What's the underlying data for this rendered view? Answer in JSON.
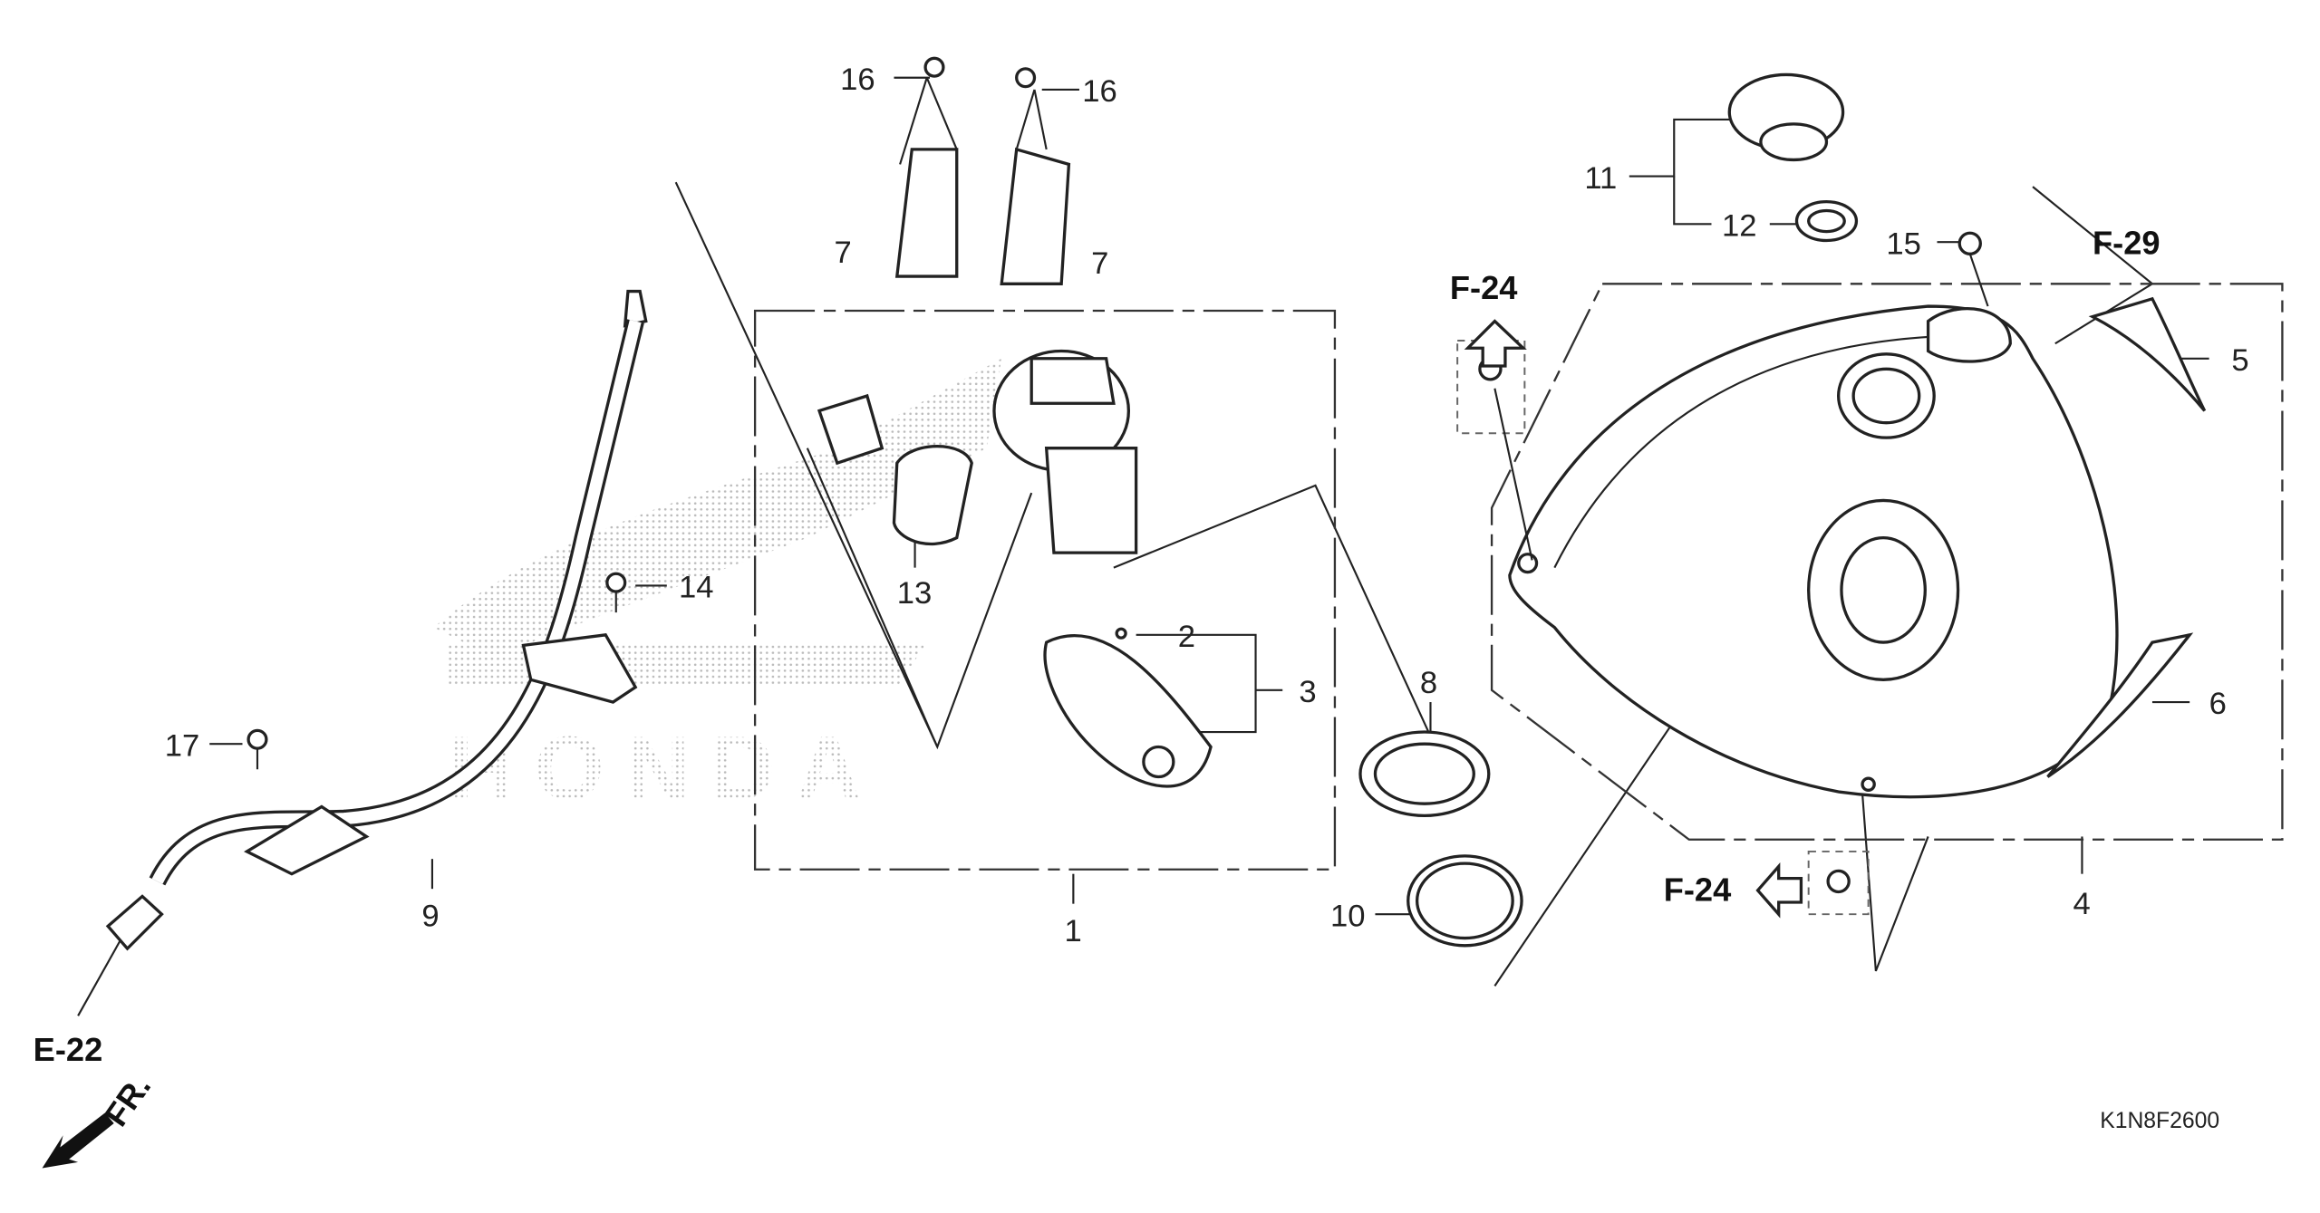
{
  "diagram": {
    "callouts": {
      "c1": "1",
      "c2": "2",
      "c3": "3",
      "c4": "4",
      "c5": "5",
      "c6": "6",
      "c7a": "7",
      "c7b": "7",
      "c8": "8",
      "c9": "9",
      "c10": "10",
      "c11": "11",
      "c12": "12",
      "c13": "13",
      "c14": "14",
      "c15": "15",
      "c16a": "16",
      "c16b": "16",
      "c17": "17"
    },
    "references": {
      "f24_top": "F-24",
      "f24_bottom": "F-24",
      "f29": "F-29",
      "e22": "E-22",
      "front": "FR."
    },
    "figure_code": "K1N8F2600",
    "watermark": "HONDA"
  }
}
